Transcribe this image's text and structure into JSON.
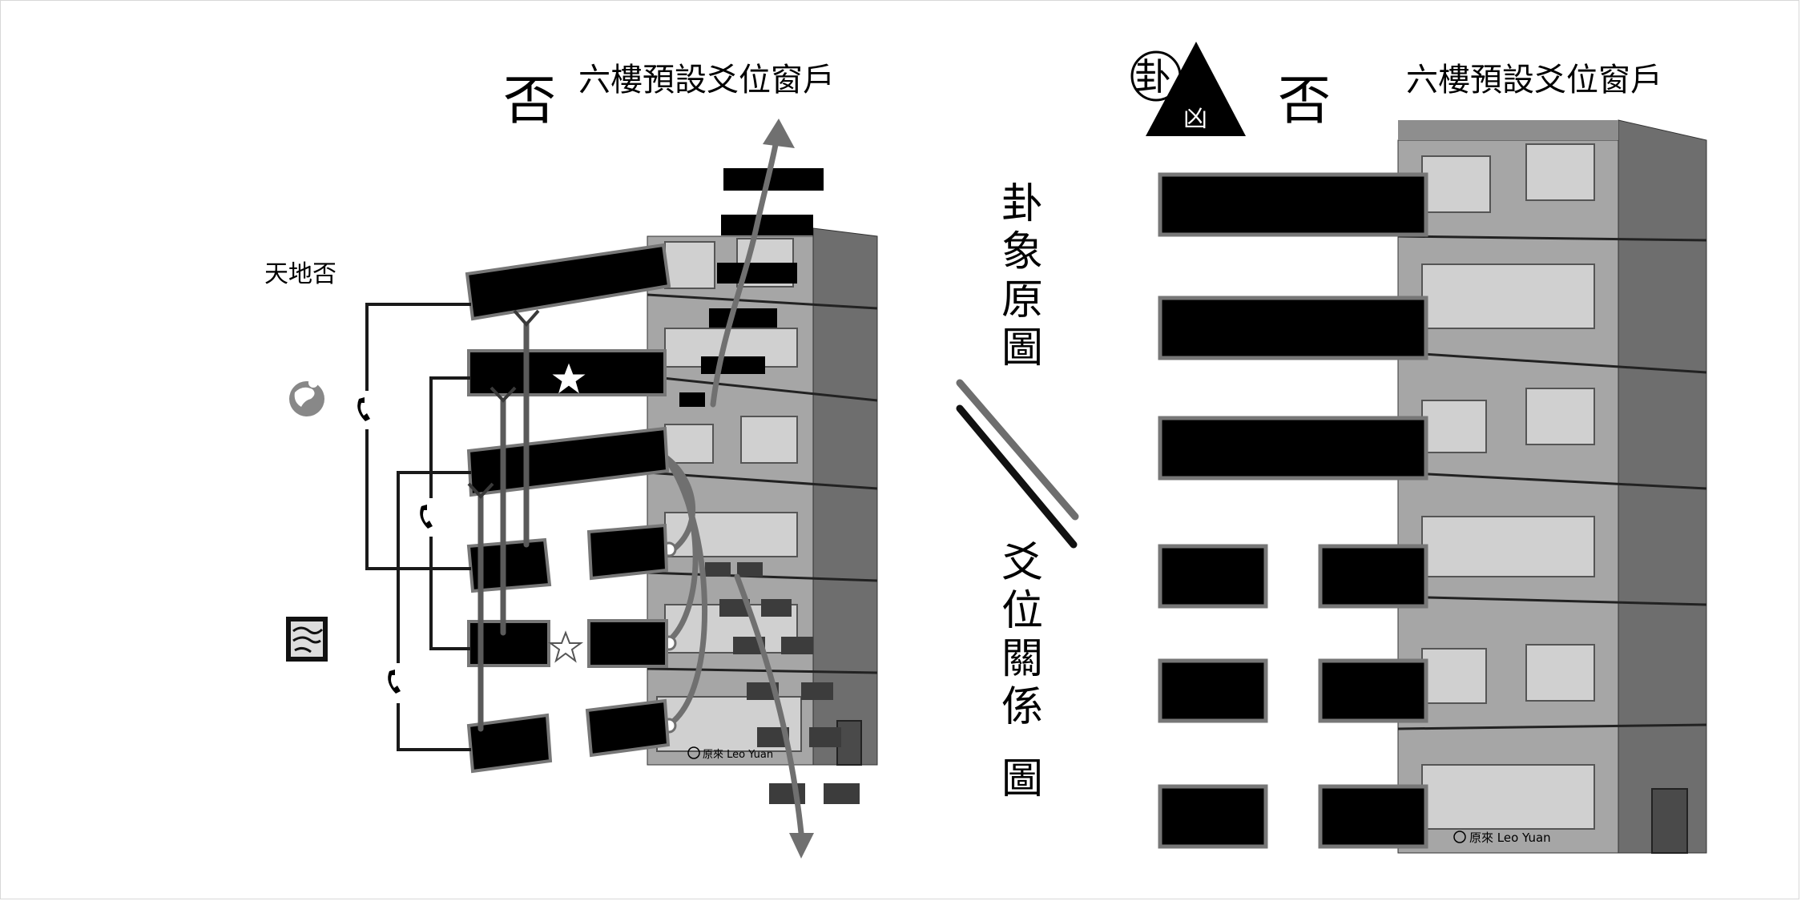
{
  "left_panel": {
    "hexagram_char": "否",
    "title": "六樓預設爻位窗戶",
    "side_label": "天地否",
    "watermark": "原來 Leo Yuan"
  },
  "middle": {
    "top_label": [
      "卦",
      "象",
      "原",
      "圖"
    ],
    "bottom_label": [
      "爻",
      "位",
      "關",
      "係",
      "圖"
    ]
  },
  "right_panel": {
    "seal_char": "卦",
    "triangle_char": "凶",
    "hexagram_char": "否",
    "title": "六樓預設爻位窗戶",
    "watermark": "原來 Leo Yuan"
  },
  "colors": {
    "building_front": "#a6a6a6",
    "building_side": "#6e6e6e",
    "window_pane": "#d0d0d0",
    "window_bar": "#000000",
    "arrow": "#707070",
    "connector": "#1a1a1a"
  },
  "icons": [
    "globe-icon",
    "scroll-icon",
    "phone-icon",
    "star-icon",
    "seal-icon",
    "warning-triangle-icon",
    "copyright-icon"
  ]
}
